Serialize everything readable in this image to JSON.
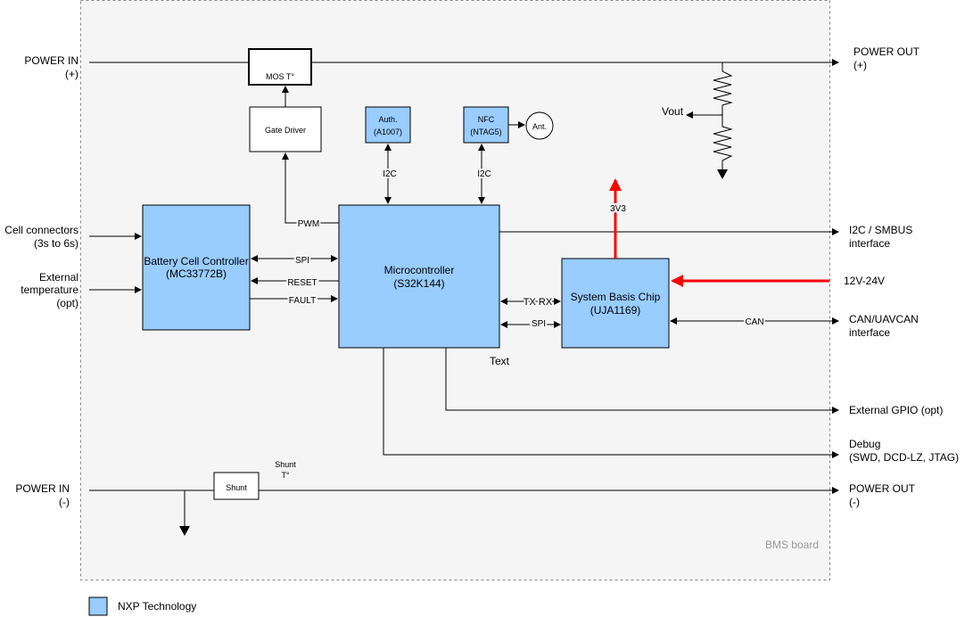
{
  "board": {
    "label": "BMS board"
  },
  "legend": {
    "label": "NXP Technology",
    "color": "#99ccff"
  },
  "blocks": {
    "mos": "MOS T°",
    "gate_driver": "Gate Driver",
    "auth": [
      "Auth.",
      "(A1007)"
    ],
    "nfc": [
      "NFC",
      "(NTAG5)"
    ],
    "antenna": "Ant.",
    "bcc": [
      "Battery Cell Controller",
      "(MC33772B)"
    ],
    "mcu": [
      "Microcontroller",
      "(S32K144)"
    ],
    "sbc": [
      "System Basis Chip",
      "(UJA1169)"
    ],
    "shunt": "Shunt",
    "shunt_temp": [
      "Shunt",
      "T°"
    ],
    "text_label": "Text"
  },
  "signals": {
    "i2c_auth": "I2C",
    "i2c_nfc": "I2C",
    "pwm": "PWM",
    "spi_bcc": "SPI",
    "reset": "RESET",
    "fault": "FAULT",
    "txrx": "TX RX",
    "spi_sbc": "SPI",
    "can": "CAN",
    "v3v3": "3V3",
    "vout": "Vout"
  },
  "left_io": {
    "power_in_pos": [
      "POWER IN",
      "(+)"
    ],
    "cell_connectors": [
      "Cell connectors",
      "(3s to 6s)"
    ],
    "ext_temp": [
      "External",
      "temperature",
      "(opt)"
    ],
    "power_in_neg": [
      "POWER IN",
      "(-)"
    ]
  },
  "right_io": {
    "power_out_pos": [
      "POWER OUT",
      "(+)"
    ],
    "i2c_smbus": [
      "I2C / SMBUS",
      "interface"
    ],
    "supply": "12V-24V",
    "can_iface": [
      "CAN/UAVCAN",
      "interface"
    ],
    "gpio": "External GPIO (opt)",
    "debug": [
      "Debug",
      "(SWD, DCD-LZ, JTAG)"
    ],
    "power_out_neg": [
      "POWER OUT",
      "(-)"
    ]
  },
  "colors": {
    "nxp_block": "#99ccff",
    "supply_arrow": "#ff0000",
    "board_border": "#888888",
    "board_fill": "#f5f5f5"
  }
}
